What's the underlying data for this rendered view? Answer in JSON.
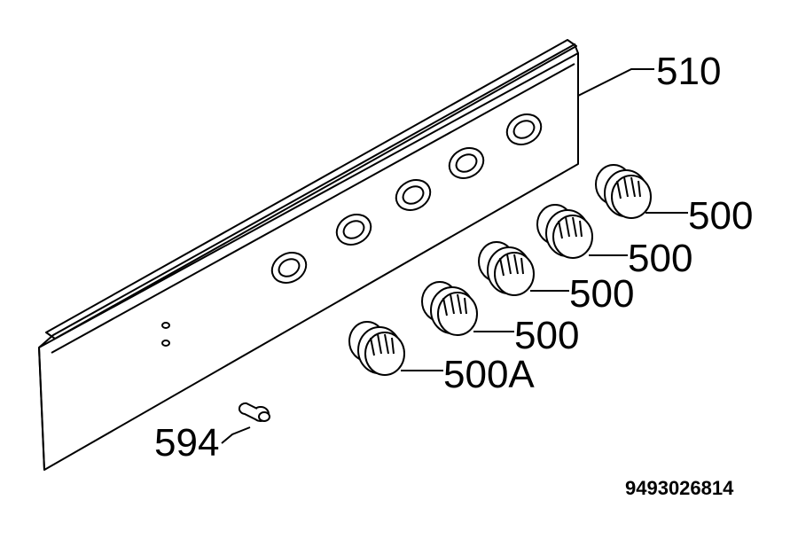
{
  "labels": {
    "panel": "510",
    "knob_1": "500",
    "knob_2": "500",
    "knob_3": "500",
    "knob_4": "500",
    "knob_5": "500A",
    "screw": "594",
    "drawing_number": "9493026814"
  },
  "icons": {
    "panel": "control-panel-icon",
    "knob": "control-knob-icon",
    "screw": "screw-icon"
  }
}
